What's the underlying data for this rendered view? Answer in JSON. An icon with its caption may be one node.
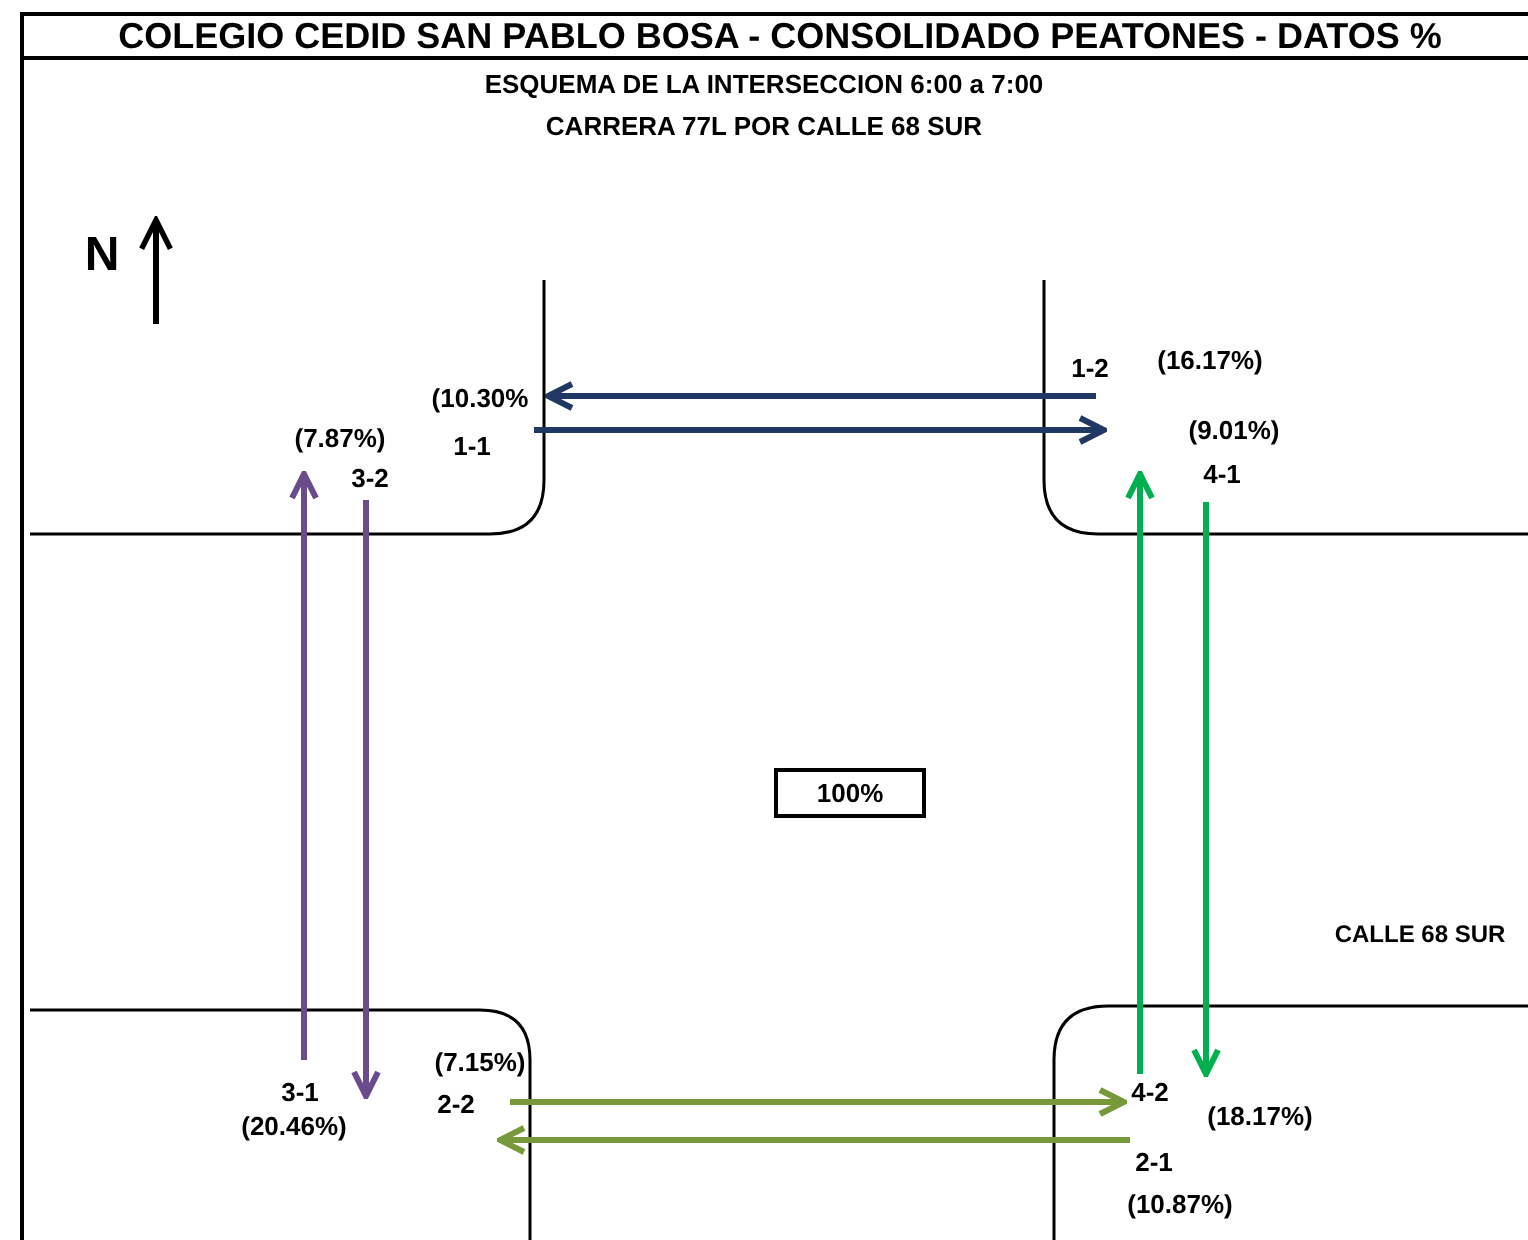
{
  "diagram": {
    "title": "COLEGIO CEDID SAN PABLO BOSA - CONSOLIDADO PEATONES - DATOS %",
    "nodes": [
      {
        "text": [
          "100%"
        ]
      }
    ],
    "labels": [
      "ESQUEMA DE LA INTERSECCION 6:00 a 7:00",
      "CARRERA 77L POR CALLE 68 SUR",
      "N",
      "1-2",
      "(16.17%)",
      "(10.30%",
      "1-1",
      "(9.01%)",
      "(7.87%)",
      "3-2",
      "4-1",
      "CALLE 68 SUR",
      "3-1",
      "(7.15%)",
      "2-2",
      "4-2",
      "(18.17%)",
      "(20.46%)",
      "2-1",
      "(10.87%)"
    ]
  }
}
